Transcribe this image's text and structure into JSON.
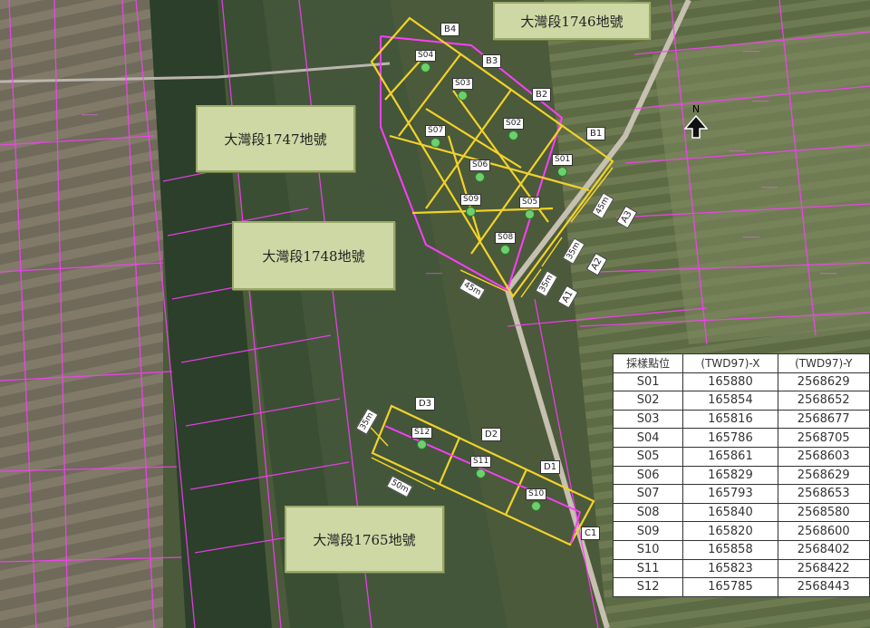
{
  "lots": {
    "lot_1746": "大灣段1746地號",
    "lot_1747": "大灣段1747地號",
    "lot_1748": "大灣段1748地號",
    "lot_1765": "大灣段1765地號"
  },
  "points": {
    "B1": "B1",
    "B2": "B2",
    "B3": "B3",
    "B4": "B4",
    "A1": "A1",
    "A2": "A2",
    "A3": "A3",
    "D1": "D1",
    "D2": "D2",
    "D3": "D3",
    "C1": "C1"
  },
  "distances": {
    "d45a": "45m",
    "d45b": "45m",
    "d35a": "35m",
    "d35b": "35m",
    "d35c": "35m",
    "d50": "50m"
  },
  "north": "N",
  "table": {
    "headers": [
      "採樣點位",
      "(TWD97)-X",
      "(TWD97)-Y"
    ],
    "rows": [
      [
        "S01",
        "165880",
        "2568629"
      ],
      [
        "S02",
        "165854",
        "2568652"
      ],
      [
        "S03",
        "165816",
        "2568677"
      ],
      [
        "S04",
        "165786",
        "2568705"
      ],
      [
        "S05",
        "165861",
        "2568603"
      ],
      [
        "S06",
        "165829",
        "2568629"
      ],
      [
        "S07",
        "165793",
        "2568653"
      ],
      [
        "S08",
        "165840",
        "2568580"
      ],
      [
        "S09",
        "165820",
        "2568600"
      ],
      [
        "S10",
        "165858",
        "2568402"
      ],
      [
        "S11",
        "165823",
        "2568422"
      ],
      [
        "S12",
        "165785",
        "2568443"
      ]
    ]
  },
  "colors": {
    "parcel_boundary": "#ff3cff",
    "sample_grid": "#f2d22a",
    "sample_dot": "#6fcf6f",
    "callout_bg": "#cdd8a4"
  }
}
